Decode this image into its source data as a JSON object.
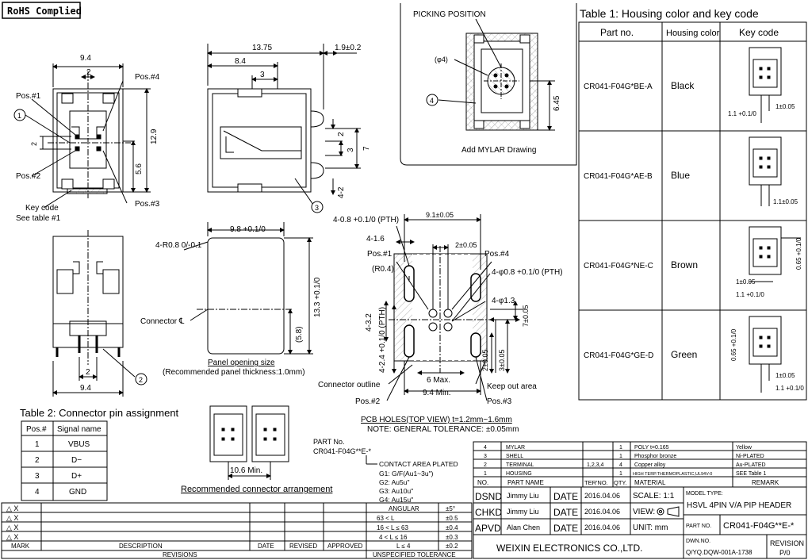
{
  "rohs": "RoHS Complied",
  "picking": {
    "label": "PICKING POSITION",
    "phi4": "(φ4)",
    "circle4": "4",
    "dim_645": "6.45",
    "mylar_caption": "Add MYLAR Drawing"
  },
  "front_view": {
    "dim_94": "9.4",
    "dim_2": "2",
    "dim_2v": "2",
    "dim_129": "12.9",
    "dim_56": "5.6",
    "pos1": "Pos.#1",
    "pos2": "Pos.#2",
    "pos3": "Pos.#3",
    "pos4": "Pos.#4",
    "circle1": "1",
    "key_code": "Key code",
    "see_table": "See table #1"
  },
  "side_view": {
    "dim_1375": "13.75",
    "dim_19": "1.9±0.2",
    "dim_84": "8.4",
    "dim_3": "3",
    "dim_2": "2",
    "dim_3b": "3",
    "dim_7": "7",
    "dim_42": "4-2",
    "circle3": "3"
  },
  "bottom_view": {
    "dim_2": "2",
    "dim_94": "9.4",
    "circle2": "2"
  },
  "panel": {
    "r_label": "4-R0.8 0/-0.1",
    "dim_w": "9.8 +0.1/0",
    "dim_h": "13.3 +0.1/0",
    "dim_58": "(5.8)",
    "connector_c": "Connector ℄",
    "caption1": "Panel opening size",
    "caption2": "(Recommended panel thickness:1.0mm)"
  },
  "pcb": {
    "pth1": "4-0.8 +0.1/0 (PTH)",
    "dim_91": "9.1±0.05",
    "dim_416": "4-1.6",
    "dim_2": "2±0.05",
    "pos1": "Pos.#1",
    "pos4": "Pos.#4",
    "r04": "(R0.4)",
    "phi08": "4-φ0.8 +0.1/0 (PTH)",
    "phi13": "4-φ1.3",
    "dim_432": "4-3.2",
    "dim_424": "4-2.4 +0.1/0 (PTH)",
    "dim_7": "7±0.05",
    "dim_2b": "2±0.05",
    "dim_3": "3±0.05",
    "six_max": "6 Max.",
    "keep_out": "Keep out area",
    "outline": "Connector outline",
    "min94": "9.4 Min.",
    "pos2": "Pos.#2",
    "pos3": "Pos.#3",
    "caption1": "PCB HOLES(TOP VIEW) t=1.2mm~1.6mm",
    "caption2": "NOTE: GENERAL TOLERANCE: ±0.05mm"
  },
  "table1": {
    "title": "Table 1: Housing color and key code",
    "headers": [
      "Part no.",
      "Housing color",
      "Key code"
    ],
    "rows": [
      {
        "part": "CR041-F04G*BE-A",
        "color": "Black",
        "d1": "1.1 +0.1/0",
        "d2": "1±0.05"
      },
      {
        "part": "CR041-F04G*AE-B",
        "color": "Blue",
        "d1": "1.1±0.05",
        "d2": ""
      },
      {
        "part": "CR041-F04G*NE-C",
        "color": "Brown",
        "d1": "1±0.05",
        "d2": "1.1 +0.1/0",
        "d3": "0.65 +0.1/0"
      },
      {
        "part": "CR041-F04G*GE-D",
        "color": "Green",
        "d1": "0.65 +0.1/0",
        "d2": "1±0.05",
        "d3": "1.1 +0.1/0"
      }
    ]
  },
  "table2": {
    "title": "Table 2: Connector pin assignment",
    "headers": [
      "Pos.#",
      "Signal name"
    ],
    "rows": [
      [
        "1",
        "VBUS"
      ],
      [
        "2",
        "D−"
      ],
      [
        "3",
        "D+"
      ],
      [
        "4",
        "GND"
      ]
    ]
  },
  "arrangement": {
    "dim": "10.6 Min.",
    "caption": "Recommended connector arrangement"
  },
  "part_no": {
    "label": "PART No.",
    "value": "CR041-F04G**E-*",
    "contact_title": "CONTACT AREA PLATED",
    "g1": "G1: G/F(Au1~3u\")",
    "g2": "G2: Au5u\"",
    "g3": "G3: Au10u\"",
    "g4": "G4: Au15u\""
  },
  "bom": {
    "rows": [
      {
        "no": "4",
        "name": "MYLAR",
        "ter": "",
        "qty": "1",
        "mat": "POLY t=0.165",
        "remark": "Yellow"
      },
      {
        "no": "3",
        "name": "SHELL",
        "ter": "",
        "qty": "1",
        "mat": "Phosphor bronze",
        "remark": "Ni-PLATED"
      },
      {
        "no": "2",
        "name": "TERMINAL",
        "ter": "1,2,3,4",
        "qty": "4",
        "mat": "Copper alloy",
        "remark": "Au-PLATED"
      },
      {
        "no": "1",
        "name": "HOUSING",
        "ter": "",
        "qty": "1",
        "mat": "HIGH TERP.THERMOPLASTIC,UL94V-0",
        "remark": "SEE Table 1"
      }
    ],
    "header": {
      "no": "NO.",
      "name": "PART NAME",
      "ter": "TER'NO.",
      "qty": "QTY.",
      "mat": "MATERIAL",
      "remark": "REMARK"
    }
  },
  "title_block": {
    "dsnd": "DSND",
    "chkd": "CHKD",
    "apvd": "APVD",
    "dsnd_name": "Jimmy Liu",
    "chkd_name": "Jimmy Liu",
    "apvd_name": "Alan Chen",
    "date_lbl": "DATE",
    "date1": "2016.04.06",
    "date2": "2016.04.06",
    "date3": "2016.04.06",
    "scale": "SCALE: 1:1",
    "view": "VIEW:",
    "unit": "UNIT: mm",
    "model_type_lbl": "MODEL TYPE:",
    "model_type": "HSVL 4PIN V/A PIP HEADER",
    "part_no_lbl": "PART NO.",
    "part_no": "CR041-F04G**E-*",
    "company": "WEIXIN ELECTRONICS CO.,LTD.",
    "dwn_lbl": "DWN.NO.",
    "dwn": "Q/YQ.DQW-001A-1738",
    "rev_lbl": "REVISION",
    "rev": "P/0"
  },
  "revisions": {
    "marks": [
      "△ X",
      "△ X",
      "△ X",
      "△ X"
    ],
    "headers": {
      "mark": "MARK",
      "desc": "DESCRIPTION",
      "date": "DATE",
      "revised": "REVISED",
      "approved": "APPROVED"
    },
    "footer": "REVISIONS"
  },
  "tolerance": {
    "rows": [
      [
        "ANGULAR",
        "±5°"
      ],
      [
        "63 < L",
        "±0.5"
      ],
      [
        "16 < L ≤ 63",
        "±0.4"
      ],
      [
        "4 < L ≤ 16",
        "±0.3"
      ],
      [
        "L ≤ 4",
        "±0.2"
      ]
    ],
    "footer": "UNSPECIFIED TOLERANCE"
  }
}
